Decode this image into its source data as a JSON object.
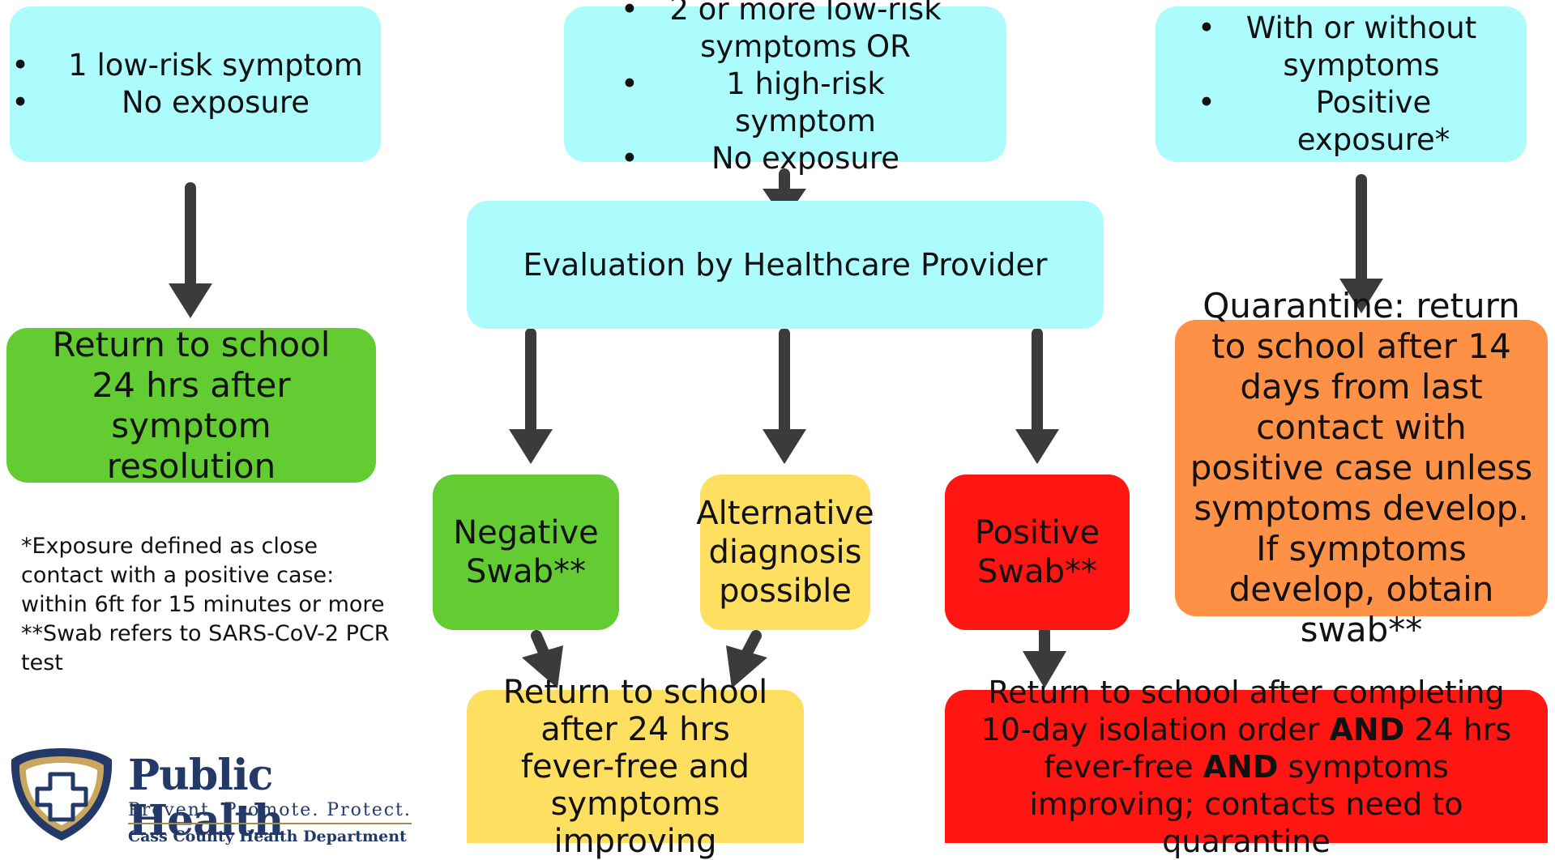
{
  "boxes": {
    "low_risk": {
      "items": [
        "1 low-risk symptom",
        "No exposure"
      ]
    },
    "multi_risk": {
      "items": [
        "2 or more low-risk symptoms OR",
        "1 high-risk symptom",
        "No exposure"
      ]
    },
    "exposure": {
      "items": [
        "With or without symptoms",
        "Positive exposure*"
      ]
    },
    "evaluation": "Evaluation by Healthcare Provider",
    "return_24": "Return to school 24 hrs after symptom resolution",
    "negative_swab": "Negative Swab**",
    "alt_diagnosis": "Alternative diagnosis possible",
    "positive_swab": "Positive Swab**",
    "quarantine": "Quarantine: return to school after 14 days from last contact with positive case unless symptoms develop.  If symptoms develop, obtain swab**",
    "return_fever_free": "Return to school after 24 hrs fever-free and symptoms improving",
    "isolation": {
      "part1": "Return to school after completing 10-day isolation order ",
      "and1": "AND",
      "part2": " 24 hrs fever-free ",
      "and2": "AND",
      "part3": " symptoms improving; contacts need to quarantine"
    }
  },
  "footnotes": [
    "*Exposure defined as close contact with a positive case: within 6ft for 15 minutes or more",
    "**Swab refers to SARS-CoV-2 PCR test"
  ],
  "logo": {
    "title": "Public Health",
    "tagline": "Prevent. Promote. Protect.",
    "department": "Cass County Health Department"
  },
  "bullet_glyph": "•",
  "colors": {
    "cyan": "#adfcfd",
    "green": "#63cc33",
    "yellow": "#ffdf5f",
    "red": "#ff1612",
    "orange": "#ff9147",
    "arrow": "#3b3b3b",
    "logo_navy": "#233a68",
    "logo_gold": "#a98a4e"
  }
}
